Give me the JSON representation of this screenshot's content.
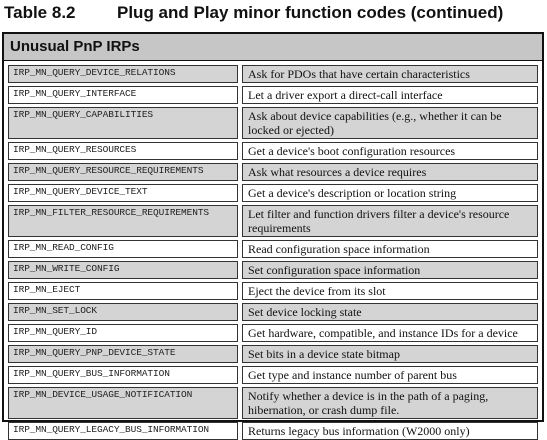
{
  "title": {
    "number": "Table 8.2",
    "text": "Plug and Play minor function codes (continued)"
  },
  "section": {
    "heading": "Unusual PnP IRPs"
  },
  "rows": [
    {
      "code": "IRP_MN_QUERY_DEVICE_RELATIONS",
      "description": "Ask for PDOs that have certain characteristics",
      "shaded": true
    },
    {
      "code": "IRP_MN_QUERY_INTERFACE",
      "description": "Let a driver export a direct-call interface",
      "shaded": false
    },
    {
      "code": "IRP_MN_QUERY_CAPABILITIES",
      "description": "Ask about device capabilities (e.g., whether it can be locked or ejected)",
      "shaded": true
    },
    {
      "code": "IRP_MN_QUERY_RESOURCES",
      "description": "Get a device's boot configuration resources",
      "shaded": false
    },
    {
      "code": "IRP_MN_QUERY_RESOURCE_REQUIREMENTS",
      "description": "Ask what resources a device requires",
      "shaded": true
    },
    {
      "code": "IRP_MN_QUERY_DEVICE_TEXT",
      "description": "Get a device's description or location string",
      "shaded": false
    },
    {
      "code": "IRP_MN_FILTER_RESOURCE_REQUIREMENTS",
      "description": "Let filter and function drivers filter a device's resource requirements",
      "shaded": true
    },
    {
      "code": "IRP_MN_READ_CONFIG",
      "description": "Read configuration space information",
      "shaded": false
    },
    {
      "code": "IRP_MN_WRITE_CONFIG",
      "description": "Set configuration space information",
      "shaded": true
    },
    {
      "code": "IRP_MN_EJECT",
      "description": "Eject the device from its slot",
      "shaded": false
    },
    {
      "code": "IRP_MN_SET_LOCK",
      "description": "Set device locking state",
      "shaded": true
    },
    {
      "code": "IRP_MN_QUERY_ID",
      "description": "Get hardware, compatible, and instance IDs for a device",
      "shaded": false
    },
    {
      "code": "IRP_MN_QUERY_PNP_DEVICE_STATE",
      "description": "Set bits in a device state bitmap",
      "shaded": true
    },
    {
      "code": "IRP_MN_QUERY_BUS_INFORMATION",
      "description": "Get type and instance number of parent bus",
      "shaded": false
    },
    {
      "code": "IRP_MN_DEVICE_USAGE_NOTIFICATION",
      "description": "Notify whether a device is in the path of a paging, hibernation, or crash dump file.",
      "shaded": true
    },
    {
      "code": "IRP_MN_QUERY_LEGACY_BUS_INFORMATION",
      "description": "Returns legacy bus information (W2000 only)",
      "shaded": false
    }
  ]
}
